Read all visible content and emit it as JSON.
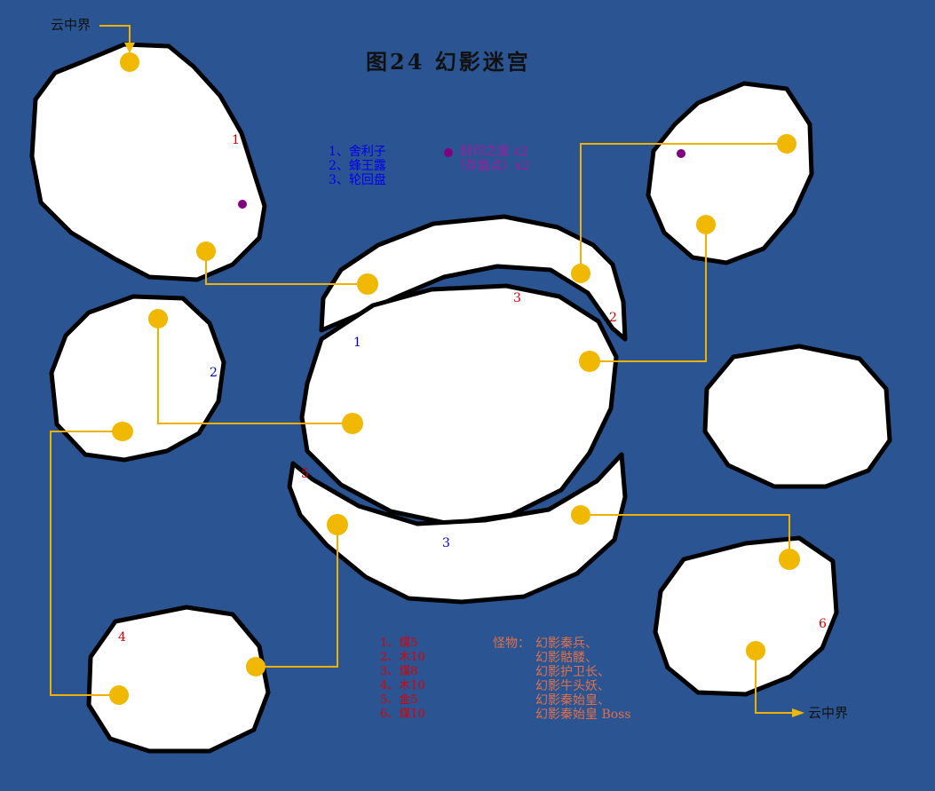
{
  "title": "图24  幻影迷宫",
  "exits": {
    "top_left": "云中界",
    "bottom_right": "云中界"
  },
  "treasure_legend": [
    "1、舍利子",
    "2、蜂王露",
    "3、轮回盘"
  ],
  "save_legend": {
    "line1": "封印之蛋 x2",
    "line2": "（存盘点）x2"
  },
  "door_legend": [
    "1、煤5",
    "2、木10",
    "3、煤8",
    "4、木10",
    "5、金5",
    "6、煤10"
  ],
  "monsters": {
    "label": "怪物：",
    "list": [
      "幻影秦兵、",
      "幻影骷髅、",
      "幻影护卫长、",
      "幻影牛头妖、",
      "幻影秦始皇、",
      "幻影秦始皇 Boss"
    ]
  },
  "map_numbers": {
    "red": [
      "1",
      "2",
      "3",
      "4",
      "5",
      "6"
    ],
    "blue": [
      "1",
      "2",
      "3"
    ]
  },
  "colors": {
    "sea": "#2a5592",
    "island": "#ffffff",
    "route": "#f0b000",
    "node": "#f0b800",
    "save_point": "#800080"
  }
}
